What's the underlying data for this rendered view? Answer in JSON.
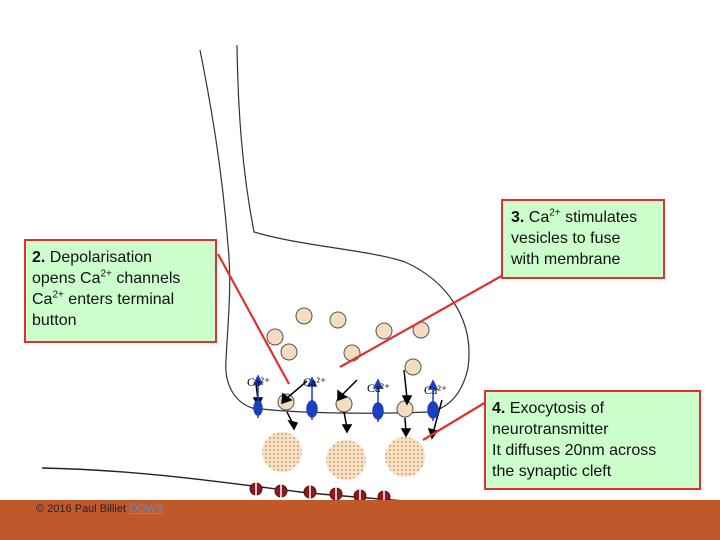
{
  "labels": {
    "step2": {
      "num": "2.",
      "line1": "Depolarisation",
      "line2_a": "opens Ca",
      "line2_sup": "2+",
      "line2_b": " channels",
      "line3_a": "Ca",
      "line3_sup": "2+",
      "line3_b": " enters terminal",
      "line4": "button"
    },
    "step3": {
      "num": "3.",
      "line1_a": " Ca",
      "line1_sup": "2+",
      "line1_b": " stimulates",
      "line2": "vesicles to fuse",
      "line3": "with membrane"
    },
    "step4": {
      "num": "4.",
      "line1": " Exocytosis of",
      "line2": "neurotransmitter",
      "line3": "It diffuses 20nm across",
      "line4": "the synaptic cleft"
    }
  },
  "ion_labels": [
    "Ca²⁺",
    "Ca²⁺",
    "Ca²⁺",
    "Ca²⁺"
  ],
  "footer": {
    "copyright": "© 2016 Paul Billiet ",
    "link": "ODWS"
  },
  "colors": {
    "label_fill": "#ccffcc",
    "label_border": "#e03030",
    "pointer": "#e03030",
    "footer": "#c1582a",
    "channel": "#1a3fbf",
    "receptor": "#8b1a1a",
    "vesicle": "#f3dcc0"
  }
}
